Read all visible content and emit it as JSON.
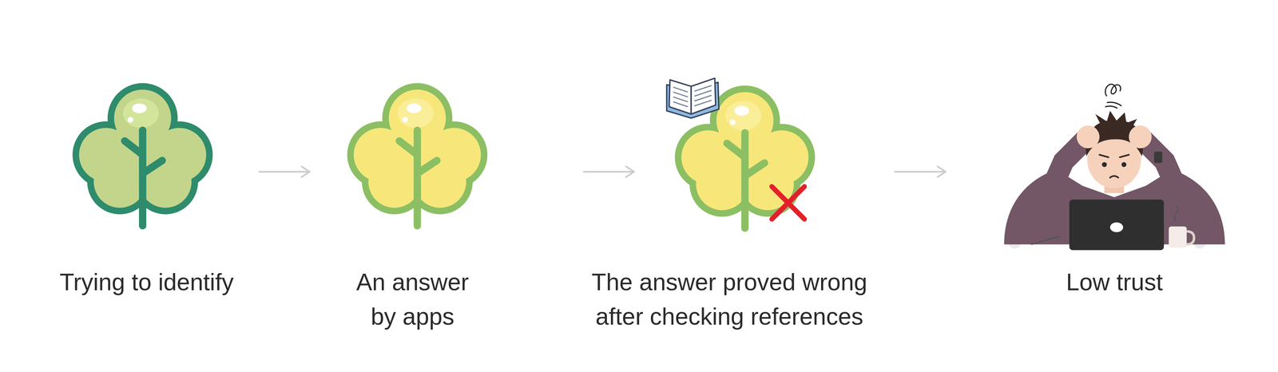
{
  "diagram": {
    "nodes": [
      {
        "text": [
          "Trying to identify"
        ]
      },
      {
        "text": [
          "An answer by apps"
        ]
      },
      {
        "text": [
          "The answer proved wrong after checking references"
        ]
      },
      {
        "text": [
          "Low trust"
        ]
      }
    ],
    "edges": [
      {
        "from": 0,
        "to": 1,
        "arrow": "to"
      },
      {
        "from": 1,
        "to": 2,
        "arrow": "to"
      },
      {
        "from": 2,
        "to": 3,
        "arrow": "to"
      }
    ]
  }
}
